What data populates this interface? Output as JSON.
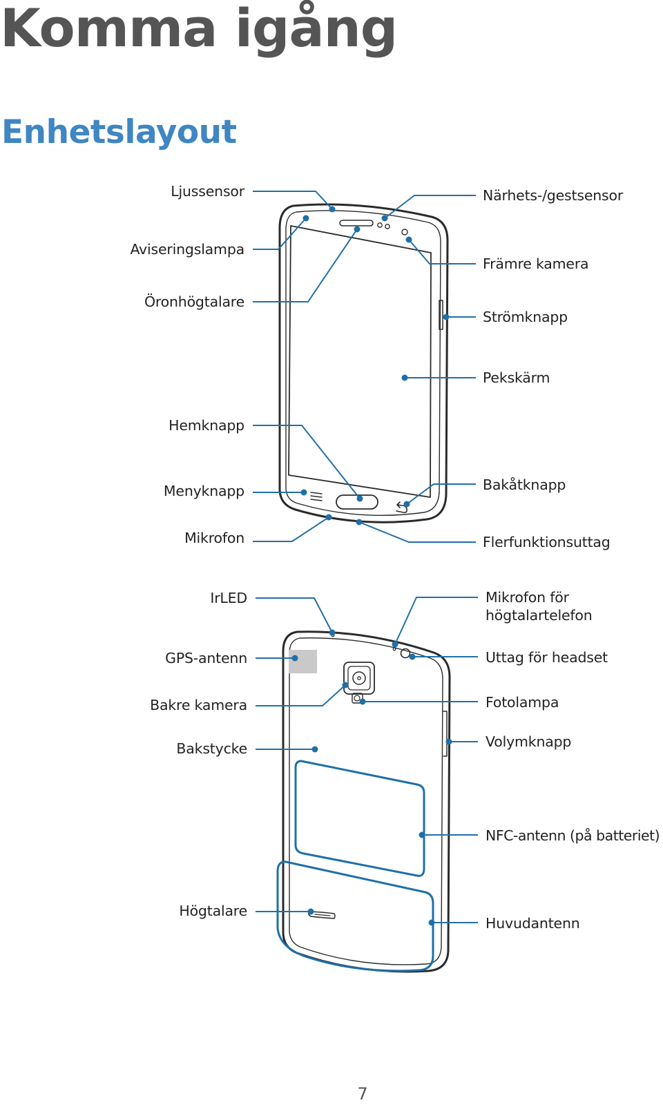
{
  "header": {
    "chapter_title": "Komma igång",
    "section_title": "Enhetslayout"
  },
  "front_view": {
    "labels": {
      "ljussensor": "Ljussensor",
      "aviseringslampa": "Aviseringslampa",
      "oronhogtalare": "Öronhögtalare",
      "hemknapp": "Hemknapp",
      "menyknapp": "Menyknapp",
      "mikrofon": "Mikrofon",
      "narhetssensor": "Närhets-/gestsensor",
      "framre_kamera": "Främre kamera",
      "stromknapp": "Strömknapp",
      "pekskarm": "Pekskärm",
      "bakatknapp": "Bakåtknapp",
      "flerfunktionsuttag": "Flerfunktionsuttag"
    }
  },
  "back_view": {
    "labels": {
      "irled": "IrLED",
      "gps_antenn": "GPS-antenn",
      "bakre_kamera": "Bakre kamera",
      "bakstycke": "Bakstycke",
      "hogtalare": "Högtalare",
      "mikrofon_hogtalartelefon_1": "Mikrofon för",
      "mikrofon_hogtalartelefon_2": "högtalartelefon",
      "uttag_headset": "Uttag för headset",
      "fotolampa": "Fotolampa",
      "volymknapp": "Volymknapp",
      "nfc_antenn": "NFC-antenn (på batteriet)",
      "huvudantenn": "Huvudantenn"
    }
  },
  "footer": {
    "page_number": "7"
  },
  "colors": {
    "callout": "#1f6fa8",
    "heading_gray": "#555555",
    "heading_blue": "#3f86c2",
    "outline": "#2a2a2a"
  }
}
